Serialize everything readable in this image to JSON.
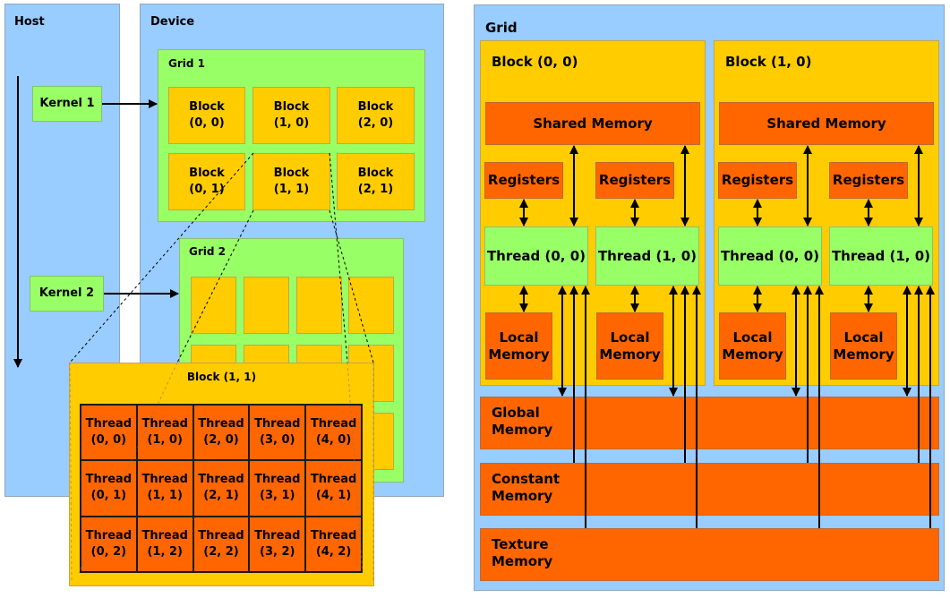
{
  "left_diagram": {
    "host": {
      "label": "Host"
    },
    "device": {
      "label": "Device"
    },
    "kernels": [
      {
        "label": "Kernel 1"
      },
      {
        "label": "Kernel 2"
      }
    ],
    "grid1": {
      "label": "Grid 1",
      "blocks": [
        {
          "label": "Block\n(0, 0)"
        },
        {
          "label": "Block\n(1, 0)"
        },
        {
          "label": "Block\n(2, 0)"
        },
        {
          "label": "Block\n(0, 1)"
        },
        {
          "label": "Block\n(1, 1)"
        },
        {
          "label": "Block\n(2, 1)"
        }
      ]
    },
    "grid2": {
      "label": "Grid 2",
      "block_count": 12
    },
    "block_detail": {
      "label": "Block (1, 1)",
      "threads": [
        "Thread\n(0, 0)",
        "Thread\n(1, 0)",
        "Thread\n(2, 0)",
        "Thread\n(3, 0)",
        "Thread\n(4, 0)",
        "Thread\n(0, 1)",
        "Thread\n(1, 1)",
        "Thread\n(2, 1)",
        "Thread\n(3, 1)",
        "Thread\n(4, 1)",
        "Thread\n(0, 2)",
        "Thread\n(1, 2)",
        "Thread\n(2, 2)",
        "Thread\n(3, 2)",
        "Thread\n(4, 2)"
      ]
    }
  },
  "right_diagram": {
    "grid_label": "Grid",
    "blocks": [
      {
        "label": "Block (0, 0)",
        "shared_memory": "Shared Memory",
        "threads": [
          {
            "registers": "Registers",
            "thread": "Thread (0, 0)",
            "local_memory": "Local\nMemory"
          },
          {
            "registers": "Registers",
            "thread": "Thread (1, 0)",
            "local_memory": "Local\nMemory"
          }
        ]
      },
      {
        "label": "Block (1, 0)",
        "shared_memory": "Shared Memory",
        "threads": [
          {
            "registers": "Registers",
            "thread": "Thread (0, 0)",
            "local_memory": "Local\nMemory"
          },
          {
            "registers": "Registers",
            "thread": "Thread (1, 0)",
            "local_memory": "Local\nMemory"
          }
        ]
      }
    ],
    "global_memory": "Global\nMemory",
    "constant_memory": "Constant\nMemory",
    "texture_memory": "Texture\nMemory"
  },
  "colors": {
    "container_blue": "#99ccff",
    "grid_green": "#99ff66",
    "block_yellow": "#ffcc00",
    "memory_orange": "#ff6600"
  }
}
